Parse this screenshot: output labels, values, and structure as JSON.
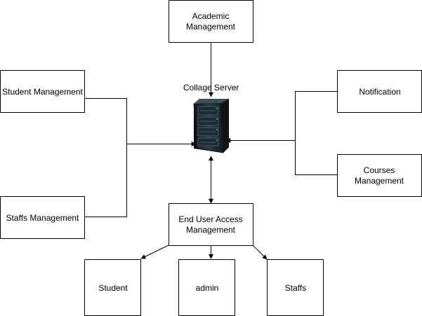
{
  "diagram": {
    "server_label": "Collage Server",
    "nodes": {
      "academic": "Academic Management",
      "student_mgmt": "Student Management",
      "staffs_mgmt": "Staffs Management",
      "notification": "Notification",
      "courses": "Courses Management",
      "end_user": "End User Access Management",
      "student": "Student",
      "admin": "admin",
      "staffs": "Staffs"
    },
    "server_icon": "server-rack-icon",
    "colors": {
      "stroke": "#000000",
      "background": "#ffffff",
      "server": "#1c2a33"
    }
  }
}
